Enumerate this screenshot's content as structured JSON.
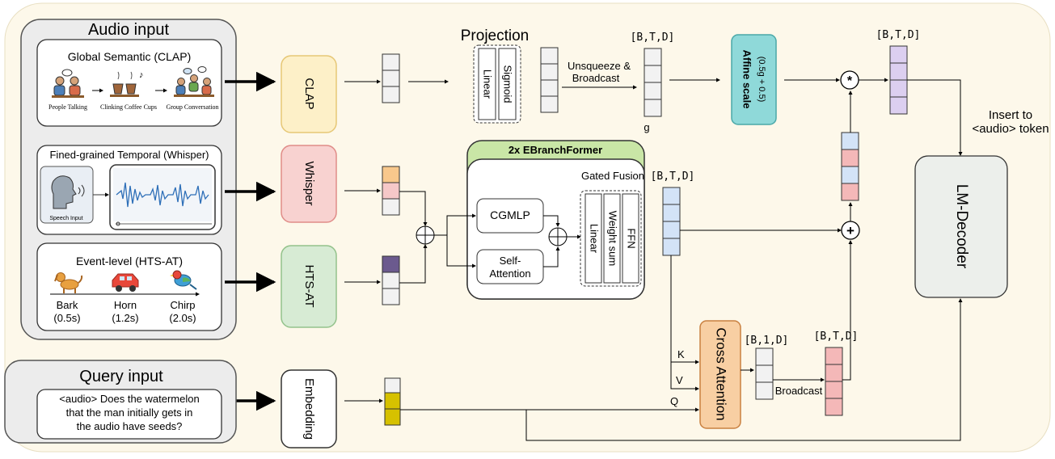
{
  "audio_input": {
    "title": "Audio input",
    "clap_panel": {
      "title": "Global Semantic (CLAP)",
      "steps": [
        "People Talking",
        "Clinking Coffee Cups",
        "Group Conversation"
      ]
    },
    "whisper_panel": {
      "title": "Fined-grained Temporal (Whisper)",
      "speech_label": "Speech Input"
    },
    "htsat_panel": {
      "title": "Event-level (HTS-AT)",
      "events": [
        {
          "name": "Bark",
          "time": "(0.5s)"
        },
        {
          "name": "Horn",
          "time": "(1.2s)"
        },
        {
          "name": "Chirp",
          "time": "(2.0s)"
        }
      ]
    }
  },
  "encoders": {
    "clap": {
      "label": "CLAP",
      "fill": "#fdf0c8",
      "stroke": "#e6c776"
    },
    "whisper": {
      "label": "Whisper",
      "fill": "#f8d2d0",
      "stroke": "#e08c88"
    },
    "htsat": {
      "label": "HTS-AT",
      "fill": "#d7ebd4",
      "stroke": "#93c28b"
    },
    "embedding": {
      "label": "Embedding"
    }
  },
  "projection": {
    "title": "Projection",
    "layers": [
      "Linear",
      "Sigmoid"
    ],
    "unsqueeze_label": [
      "Unsqueeze &",
      "Broadcast"
    ],
    "shape": "[B,T,D]",
    "g_label": "g"
  },
  "affine": {
    "lines": [
      "Affine scale",
      "(0.5g + 0.5)"
    ],
    "fill": "#8fd9d9"
  },
  "ebranch": {
    "header": "2x EBranchFormer",
    "header_fill": "#c9e6a6",
    "gated_fusion": "Gated Fusion",
    "cgmlp": "CGMLP",
    "self_attention": [
      "Self-",
      "Attention"
    ],
    "fusion_layers": [
      "Linear",
      "Weight sum",
      "FFN"
    ]
  },
  "shapes": {
    "fusion_out": "[B,T,D]",
    "cross_out": "[B,1,D]",
    "broadcast_out": "[B,T,D]",
    "final_out": "[B,T,D]"
  },
  "cross_attention": {
    "label": "Cross Attention",
    "fill": "#f8cfa3",
    "keys": [
      "K",
      "V",
      "Q"
    ]
  },
  "broadcast_label": "Broadcast",
  "insert_label": [
    "Insert to",
    "<audio> token"
  ],
  "lm_decoder": {
    "label": "LM-Decoder"
  },
  "query_input": {
    "title": "Query input",
    "lines": [
      "<audio> Does the watermelon",
      "that the man initially gets in",
      "the audio have seeds?"
    ]
  },
  "operators": {
    "multiply": "*",
    "add": "+"
  },
  "colors": {
    "gray_panel": "#ececec",
    "background": "#fdf8ea",
    "token_orange": "#f8c88c",
    "token_pink": "#f6c8c8",
    "token_purple": "#6b5a8e",
    "token_blue": "#d3e3f7",
    "token_lavender": "#dccff0",
    "token_gold": "#d6c100",
    "token_red": "#f4b8b8"
  }
}
